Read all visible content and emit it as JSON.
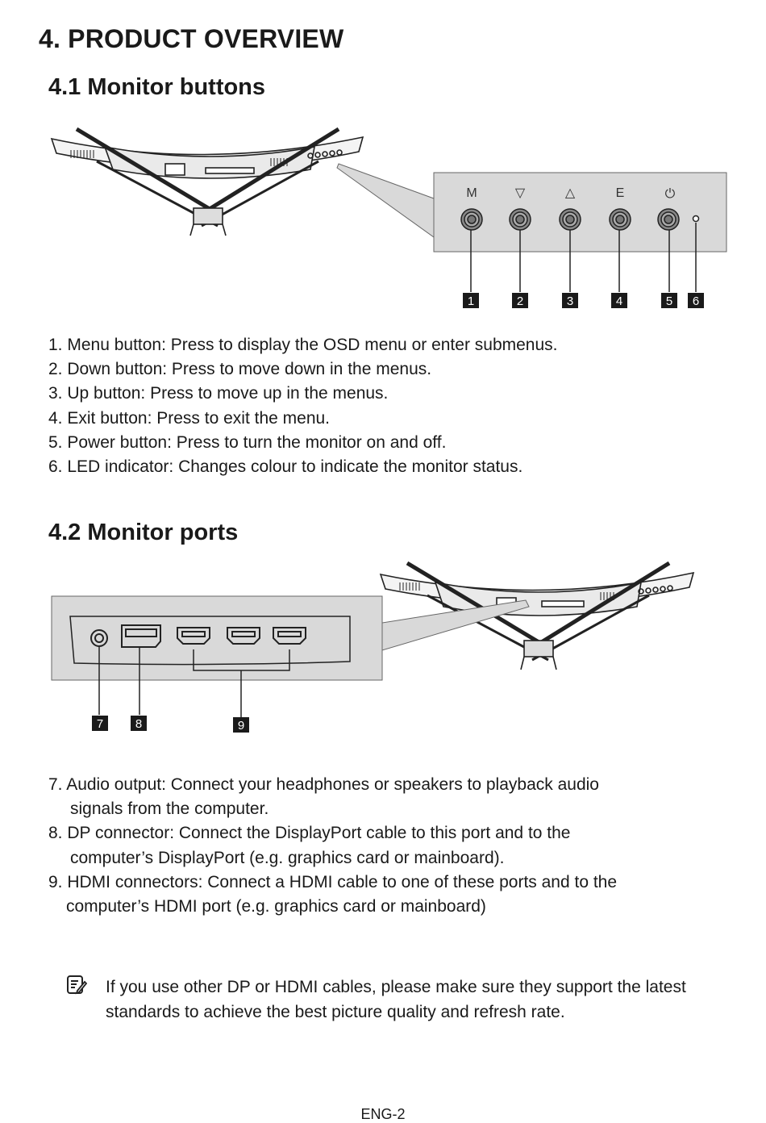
{
  "heading": "4. PRODUCT OVERVIEW",
  "section1": {
    "title": "4.1 Monitor buttons",
    "button_labels": [
      "M",
      "▽",
      "△",
      "E",
      "⏻"
    ],
    "callouts": [
      "1",
      "2",
      "3",
      "4",
      "5",
      "6"
    ],
    "items": [
      "1. Menu button: Press to display the OSD menu or enter submenus.",
      "2. Down button: Press to move down in the menus.",
      "3. Up button: Press to move up in the menus.",
      "4. Exit button: Press to exit the menu.",
      "5. Power button: Press to turn the monitor on and off.",
      "6. LED indicator: Changes colour to indicate the monitor status."
    ]
  },
  "section2": {
    "title": "4.2 Monitor ports",
    "callouts": [
      "7",
      "8",
      "9"
    ],
    "items": [
      {
        "first": "7. Audio output: Connect your headphones or speakers to playback audio",
        "rest": "signals from the computer."
      },
      {
        "first": "8. DP connector: Connect the DisplayPort cable to this port and to the",
        "rest": "computer’s DisplayPort (e.g. graphics card or mainboard)."
      },
      {
        "first": "9. HDMI connectors: Connect a HDMI cable to one of these ports and to the",
        "rest": "computer’s HDMI port (e.g. graphics card or mainboard)"
      }
    ]
  },
  "note": "If you use other DP or HDMI cables, please make sure they support the latest standards to achieve the best picture quality and refresh rate.",
  "note_icon": "note-icon",
  "footer": "ENG-2",
  "colors": {
    "panel": "#d9d9d9",
    "badge": "#1a1a1a"
  }
}
